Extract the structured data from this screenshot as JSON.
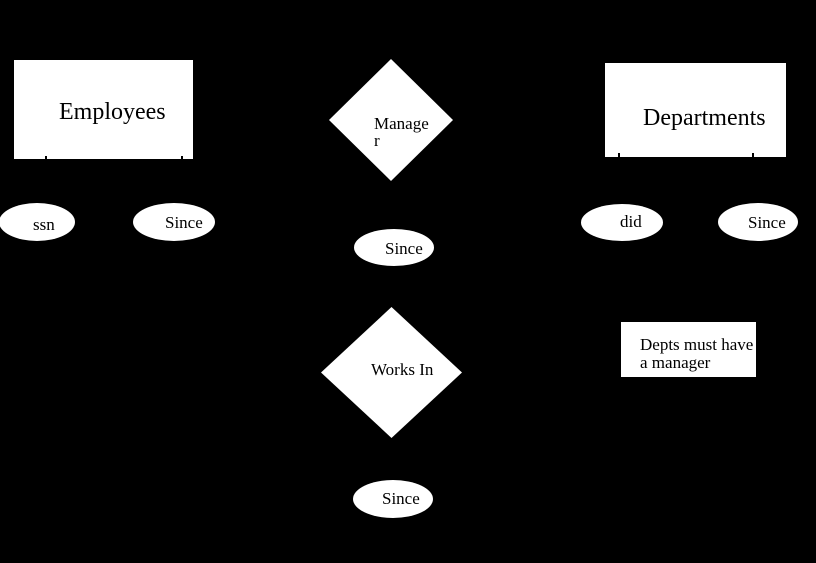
{
  "canvas": {
    "background_color": "#000000",
    "shape_fill_color": "#ffffff",
    "text_color": "#000000"
  },
  "entities": [
    {
      "id": "employees",
      "label": "Employees"
    },
    {
      "id": "departments",
      "label": "Departments"
    }
  ],
  "relationships": [
    {
      "id": "manager",
      "label": "Manage\nr"
    },
    {
      "id": "works-in",
      "label": "Works In"
    }
  ],
  "attributes": [
    {
      "id": "ssn",
      "label": "ssn"
    },
    {
      "id": "since-employees",
      "label": "Since"
    },
    {
      "id": "since-manager",
      "label": "Since"
    },
    {
      "id": "did",
      "label": "did"
    },
    {
      "id": "since-departments",
      "label": "Since"
    },
    {
      "id": "since-works-in",
      "label": "Since"
    }
  ],
  "note": {
    "text": "Depts must have\na manager"
  }
}
